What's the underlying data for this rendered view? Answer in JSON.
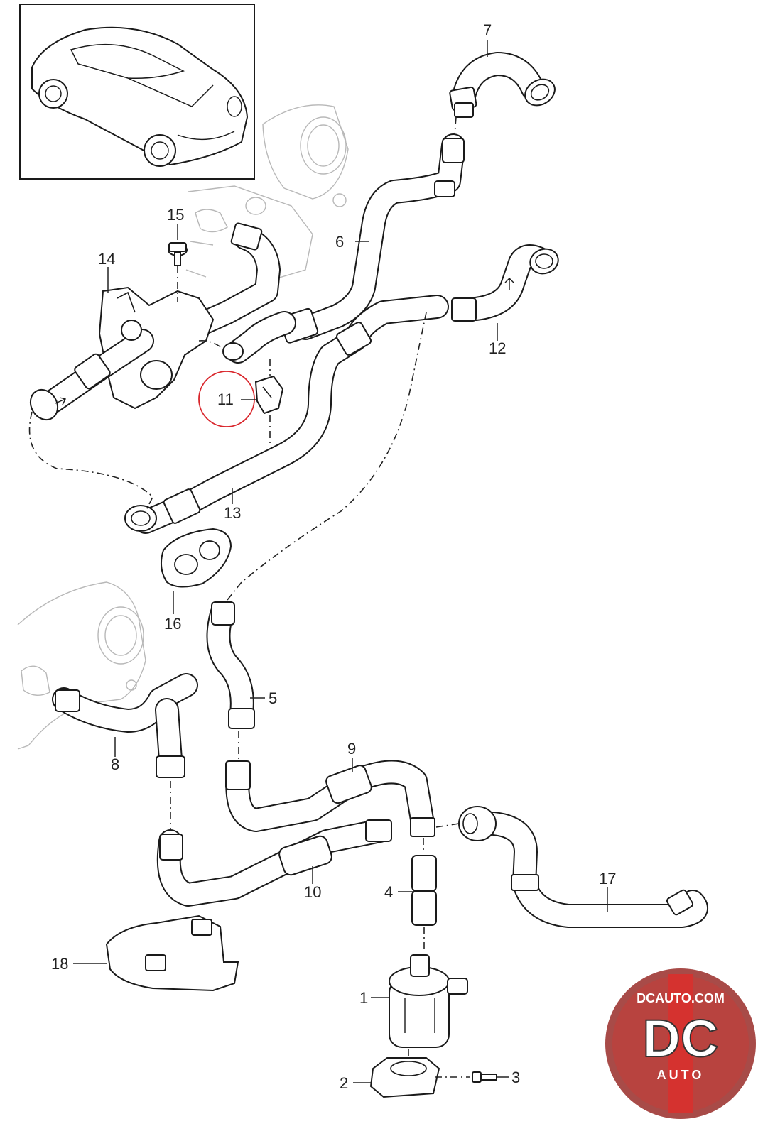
{
  "callouts": [
    {
      "id": "1",
      "text": "1"
    },
    {
      "id": "2",
      "text": "2"
    },
    {
      "id": "3",
      "text": "3"
    },
    {
      "id": "4",
      "text": "4"
    },
    {
      "id": "5",
      "text": "5"
    },
    {
      "id": "6",
      "text": "6"
    },
    {
      "id": "7",
      "text": "7"
    },
    {
      "id": "8",
      "text": "8"
    },
    {
      "id": "9",
      "text": "9"
    },
    {
      "id": "10",
      "text": "10"
    },
    {
      "id": "11",
      "text": "11"
    },
    {
      "id": "12",
      "text": "12"
    },
    {
      "id": "13",
      "text": "13"
    },
    {
      "id": "14",
      "text": "14"
    },
    {
      "id": "15",
      "text": "15"
    },
    {
      "id": "16",
      "text": "16"
    },
    {
      "id": "17",
      "text": "17"
    },
    {
      "id": "18",
      "text": "18"
    }
  ],
  "highlight": {
    "callout": "11",
    "color": "#d9262c"
  },
  "logo": {
    "site": "DCAUTO.COM",
    "mark": "DC",
    "sub": "AUTO",
    "colors": {
      "ring": "#b8433f",
      "bar": "#d5322f",
      "letters": "#ffffff"
    }
  },
  "colors": {
    "line": "#1a1a1a",
    "ghost": "#b8b8b8",
    "background": "#ffffff"
  },
  "icons": [
    "car-thumbnail-icon",
    "dcauto-logo-icon"
  ]
}
